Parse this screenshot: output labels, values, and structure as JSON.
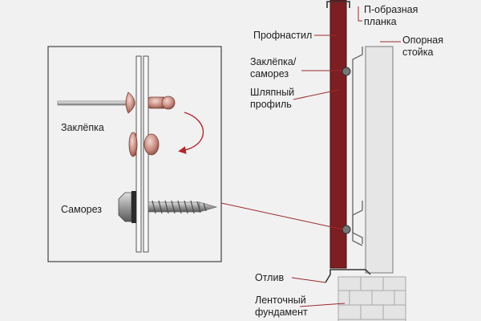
{
  "labels": {
    "p_strip": [
      "П-образная",
      "планка"
    ],
    "profnastil": "Профнастил",
    "support": [
      "Опорная",
      "стойка"
    ],
    "fastener": [
      "Заклёпка/",
      "саморез"
    ],
    "hat_profile": [
      "Шляпный",
      "профиль"
    ],
    "drip": "Отлив",
    "foundation": [
      "Ленточный",
      "фундамент"
    ]
  },
  "inset": {
    "rivet": "Заклёпка",
    "screw": "Саморез"
  },
  "colors": {
    "sheet": "#7c1e22",
    "sheet_edge": "#4a0f12",
    "leader": "#9a2a2e",
    "rivet": "#c88c80",
    "support": "#e4e4e4",
    "background": "#f1f1f1"
  },
  "icons": {
    "rotation_arrow": "curved-arrow-icon"
  }
}
